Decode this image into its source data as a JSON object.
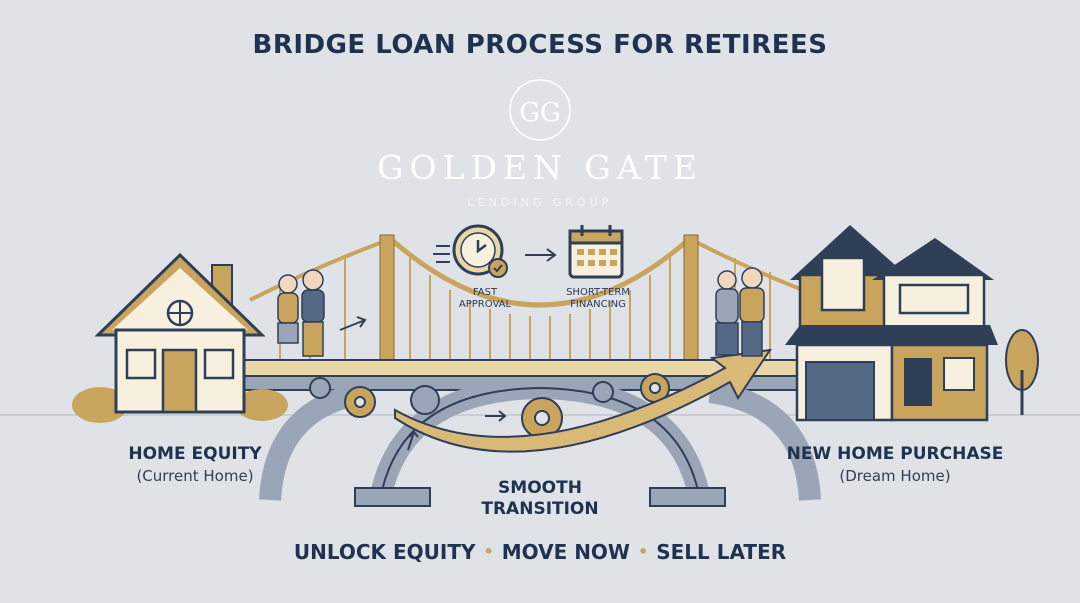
{
  "title": "BRIDGE LOAN PROCESS FOR RETIREES",
  "brand": {
    "monogram": "GG",
    "name": "GOLDEN GATE",
    "subtitle": "LENDING GROUP"
  },
  "steps": {
    "fast_approval_line1": "FAST",
    "fast_approval_line2": "APPROVAL",
    "short_term_line1": "SHORT-TERM",
    "short_term_line2": "FINANCING"
  },
  "left": {
    "label": "HOME EQUITY",
    "sublabel": "(Current Home)"
  },
  "right": {
    "label": "NEW HOME PURCHASE",
    "sublabel": "(Dream Home)"
  },
  "center": {
    "line1": "SMOOTH",
    "line2": "TRANSITION"
  },
  "tagline": {
    "part1": "UNLOCK EQUITY",
    "part2": "MOVE NOW",
    "part3": "SELL LATER",
    "separator": "•"
  },
  "colors": {
    "background": "#dfe2e7",
    "navy": "#1f3350",
    "gold": "#c9a45c",
    "bridge_gray": "#9aa6b8",
    "cream": "#f7f0df"
  },
  "icons": [
    "monogram-logo",
    "clock-check-icon",
    "calendar-icon",
    "arrow-right-icon",
    "gear-icon",
    "couple-figure",
    "house-icon",
    "tree-icon"
  ]
}
